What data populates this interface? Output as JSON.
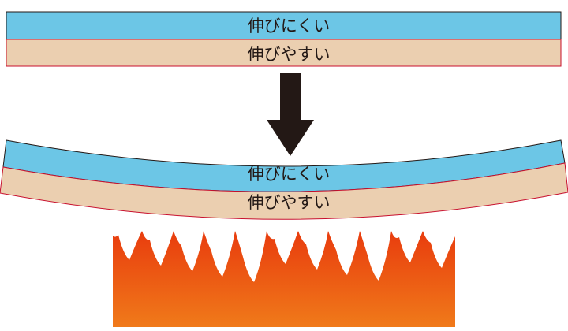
{
  "top_strip": {
    "upper_label": "伸びにくい",
    "lower_label": "伸びやすい"
  },
  "bent_strip": {
    "upper_label": "伸びにくい",
    "lower_label": "伸びやすい"
  },
  "colors": {
    "low_expansion_layer": "#6cc6e6",
    "high_expansion_layer": "#ebcfb0",
    "layer_border": "#c8102e",
    "arrow": "#231815",
    "flame_top": "#e8380d",
    "flame_bottom": "#f07a1a"
  }
}
